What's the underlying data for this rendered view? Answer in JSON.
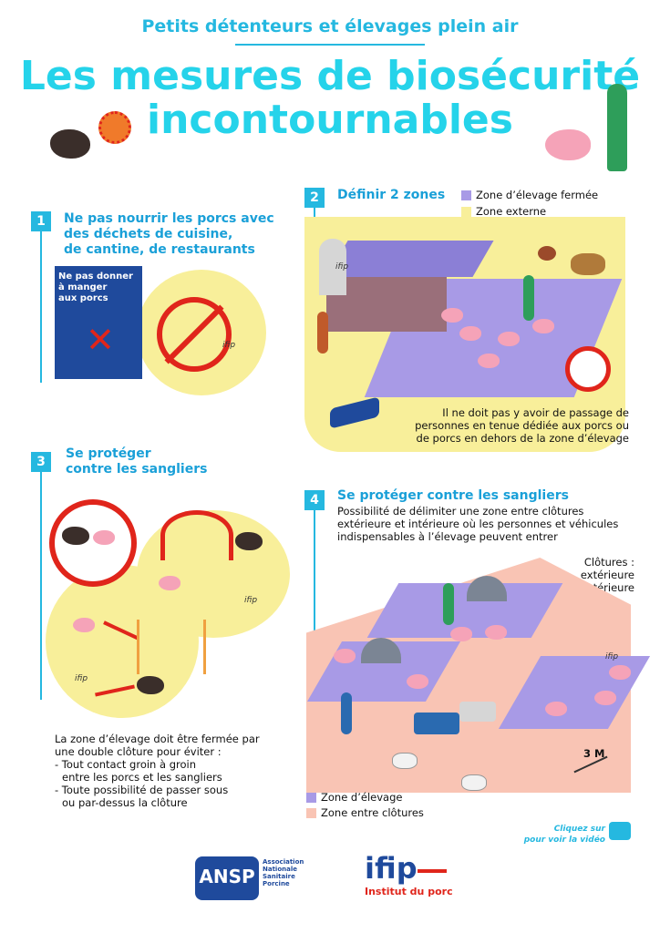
{
  "header": {
    "subtitle": "Petits détenteurs et élevages plein air",
    "title_line1": "Les mesures de biosécurité",
    "title_line2": "incontournables"
  },
  "step1": {
    "number": "1",
    "title_l1": "Ne pas nourrir les porcs avec",
    "title_l2": "des déchets de cuisine,",
    "title_l3": "de cantine, de restaurants",
    "sign_l1": "Ne pas donner",
    "sign_l2": "à manger",
    "sign_l3": "aux porcs",
    "watermark": "ifip"
  },
  "step2": {
    "number": "2",
    "title": "Définir 2 zones",
    "legend": [
      {
        "label": "Zone d’élevage fermée",
        "color": "#a89ae6"
      },
      {
        "label": "Zone externe",
        "color": "#f8ef9a"
      }
    ],
    "note_l1": "Il ne doit pas y avoir de passage de",
    "note_l2": "personnes en tenue dédiée aux porcs ou",
    "note_l3": "de porcs en dehors de la zone d’élevage",
    "watermark": "ifip"
  },
  "step3": {
    "number": "3",
    "title_l1": "Se protéger",
    "title_l2": "contre les sangliers",
    "text_l1": "La zone d’élevage doit être fermée par",
    "text_l2": "une double clôture pour éviter :",
    "bullet1_l1": "- Tout contact groin à groin",
    "bullet1_l2": "entre les porcs et les sangliers",
    "bullet2_l1": "- Toute possibilité de passer sous",
    "bullet2_l2": "ou par-dessus la clôture",
    "watermark": "ifip"
  },
  "step4": {
    "number": "4",
    "title": "Se protéger contre les sangliers",
    "desc_l1": "Possibilité de délimiter une zone entre clôtures",
    "desc_l2": "extérieure et intérieure où les personnes et véhicules",
    "desc_l3": "indispensables à l’élevage peuvent entrer",
    "fence_title": "Clôtures :",
    "fence_outer": "extérieure",
    "fence_inner": "intérieure",
    "distance": "3 M",
    "legend": [
      {
        "label": "Zone d’élevage",
        "color": "#a89ae6"
      },
      {
        "label": "Zone entre clôtures",
        "color": "#f9c4b4"
      }
    ],
    "watermark": "ifip"
  },
  "video": {
    "line1": "Cliquez sur",
    "line2": "pour voir la vidéo"
  },
  "footer": {
    "ansp_logo": "ANSP",
    "ansp_l1": "Association",
    "ansp_l2": "Nationale",
    "ansp_l3": "Sanitaire",
    "ansp_l4": "Porcine",
    "ifip_logo": "ifip",
    "ifip_tagline": "Institut du porc"
  }
}
